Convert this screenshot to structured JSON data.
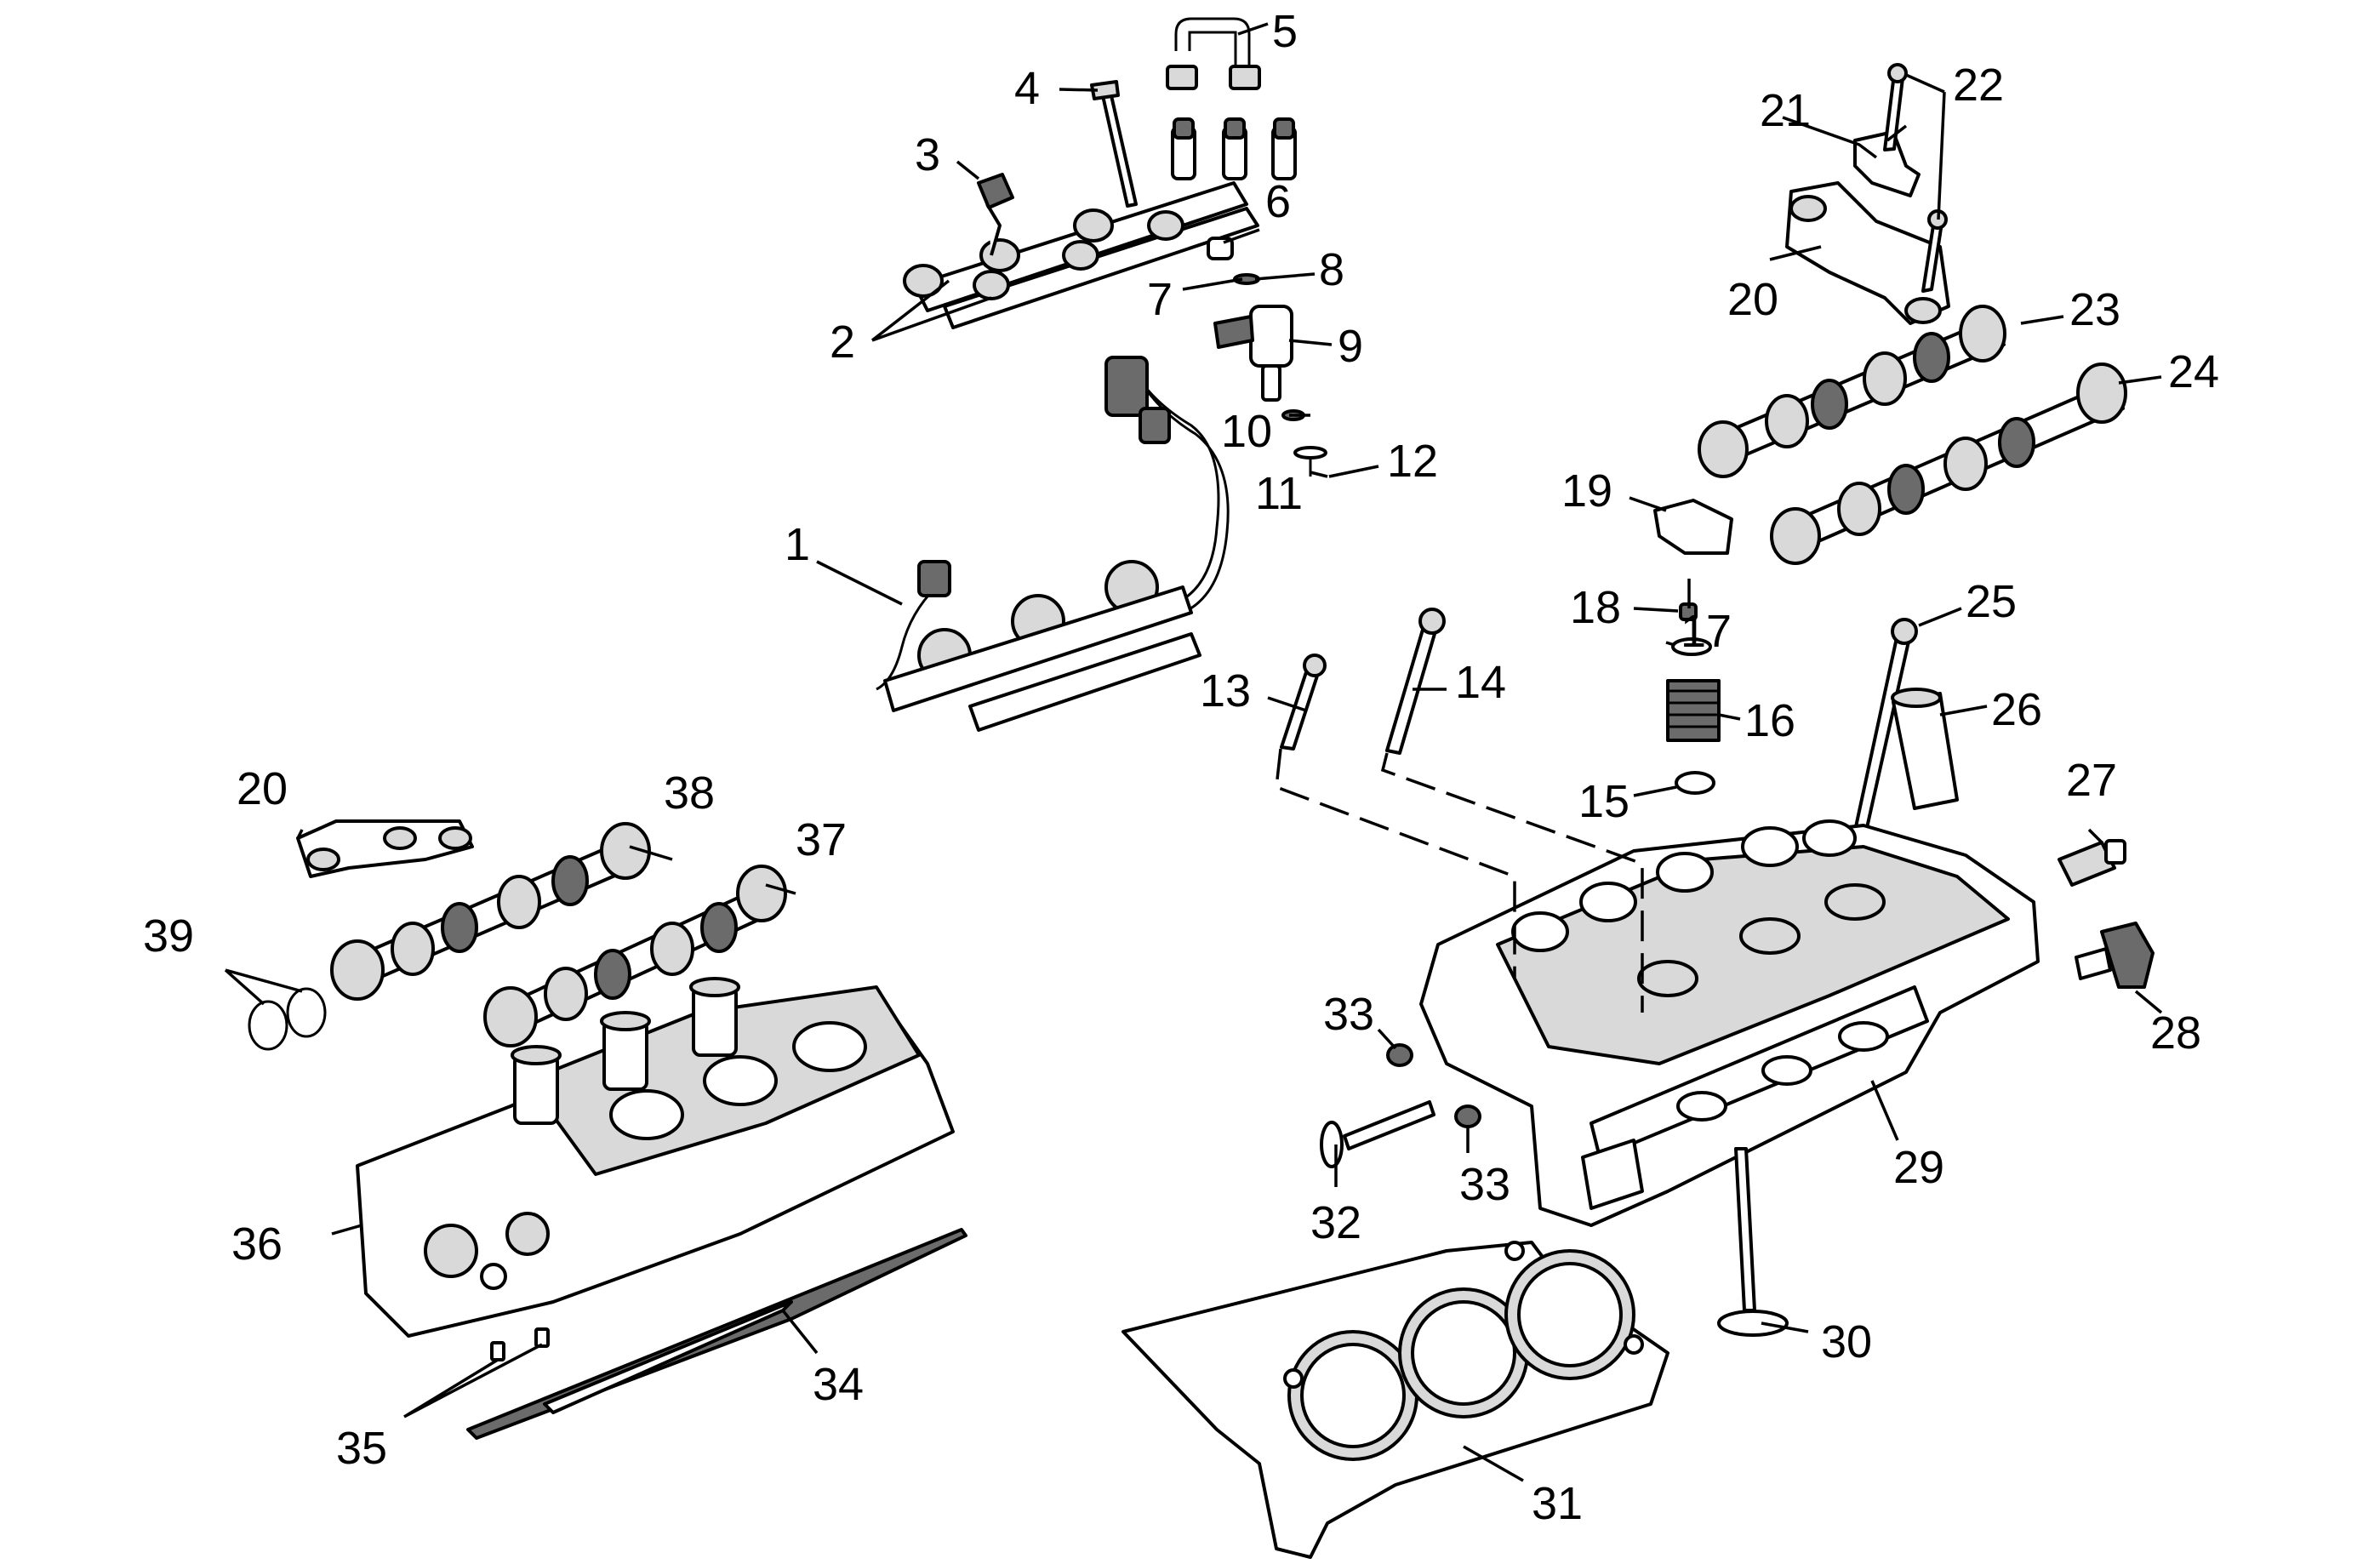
{
  "callouts": {
    "c1": "1",
    "c2": "2",
    "c3": "3",
    "c4": "4",
    "c5": "5",
    "c6": "6",
    "c7": "7",
    "c8": "8",
    "c9": "9",
    "c10": "10",
    "c11": "11",
    "c12": "12",
    "c13": "13",
    "c14": "14",
    "c15": "15",
    "c16": "16",
    "c17": "17",
    "c18": "18",
    "c19": "19",
    "c20a": "20",
    "c20b": "20",
    "c21": "21",
    "c22": "22",
    "c23": "23",
    "c24": "24",
    "c25": "25",
    "c26": "26",
    "c27": "27",
    "c28": "28",
    "c29": "29",
    "c30": "30",
    "c31": "31",
    "c32": "32",
    "c33a": "33",
    "c33b": "33",
    "c34": "34",
    "c35": "35",
    "c36": "36",
    "c37": "37",
    "c38": "38",
    "c39": "39"
  }
}
